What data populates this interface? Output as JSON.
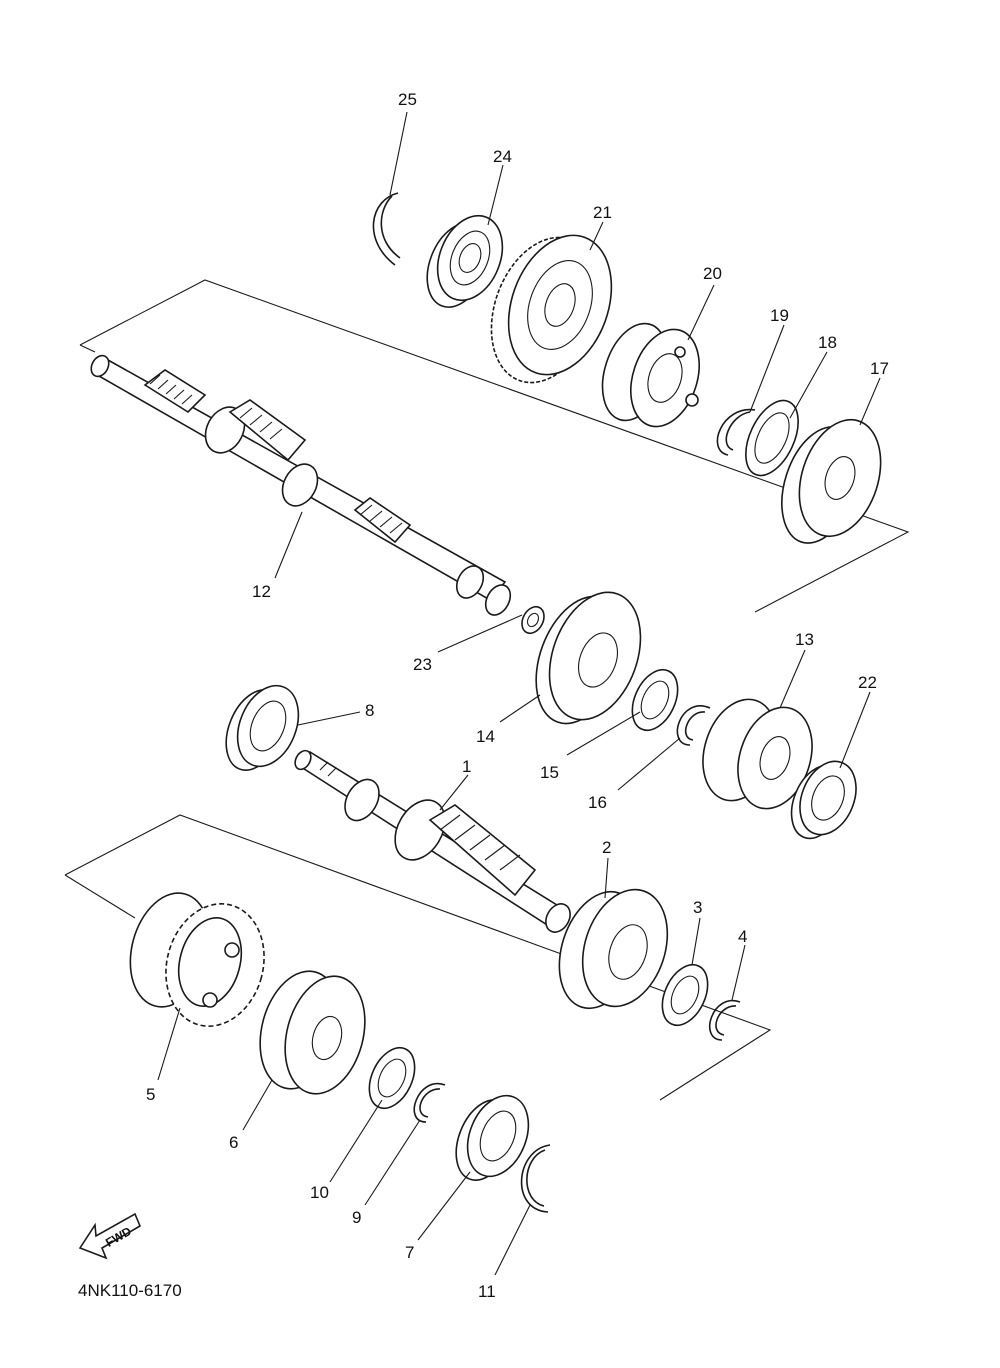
{
  "diagram": {
    "drawing_code": "4NK110-6170",
    "fwd_label": "FWD",
    "callouts": [
      {
        "number": "1"
      },
      {
        "number": "2"
      },
      {
        "number": "3"
      },
      {
        "number": "4"
      },
      {
        "number": "5"
      },
      {
        "number": "6"
      },
      {
        "number": "7"
      },
      {
        "number": "8"
      },
      {
        "number": "9"
      },
      {
        "number": "10"
      },
      {
        "number": "11"
      },
      {
        "number": "12"
      },
      {
        "number": "13"
      },
      {
        "number": "14"
      },
      {
        "number": "15"
      },
      {
        "number": "16"
      },
      {
        "number": "17"
      },
      {
        "number": "18"
      },
      {
        "number": "19"
      },
      {
        "number": "20"
      },
      {
        "number": "21"
      },
      {
        "number": "22"
      },
      {
        "number": "23"
      },
      {
        "number": "24"
      },
      {
        "number": "25"
      }
    ]
  }
}
